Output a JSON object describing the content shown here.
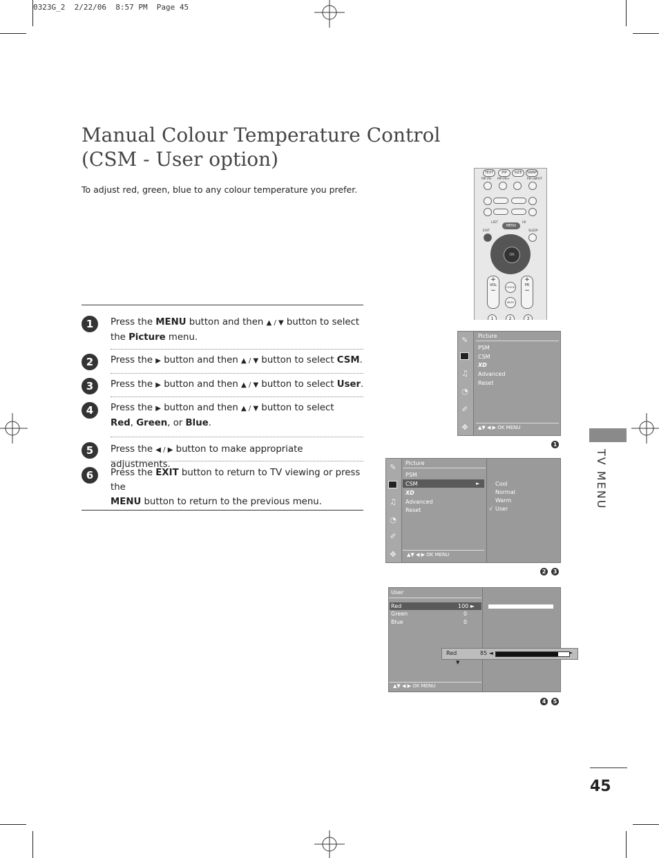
{
  "print_slug": "0323G_2  2/22/06  8:57 PM  Page 45",
  "title_line1": "Manual Colour Temperature Control",
  "title_line2": "(CSM - User option)",
  "subtitle": "To adjust red, green, blue to any colour temperature you prefer.",
  "steps": [
    {
      "num": "1"
    },
    {
      "num": "2"
    },
    {
      "num": "3"
    },
    {
      "num": "4"
    },
    {
      "num": "5"
    },
    {
      "num": "6"
    }
  ],
  "words": {
    "press_the": "Press the",
    "menu": "MENU",
    "exit": "EXIT",
    "button_and_then": "button and then",
    "button_to_select": "button to select",
    "the": "the",
    "picture": "Picture",
    "menu_word": "menu.",
    "csm": "CSM",
    "user": "User",
    "red": "Red",
    "green": "Green",
    "or": ", or",
    "blue": "Blue",
    "adjust_tail": "button to make appropriate adjustments.",
    "exit_tail": "button to return to TV viewing or press the",
    "menu_tail": "button to return to the previous menu.",
    "up_down": "▲ / ▼",
    "left_right": "◀ / ▶",
    "right": "▶",
    "period": ".",
    "comma": ","
  },
  "side_tab_label": "TV MENU",
  "page_number": "45",
  "remote": {
    "top_buttons": [
      "TEXT",
      "PIP",
      "SIZE",
      "SWAP"
    ],
    "pip_labels": [
      "PIP PR-",
      "PIP PR+",
      "PIP INPUT"
    ],
    "list": "LIST",
    "menu": "MENU",
    "power": "I/II",
    "exit": "EXIT",
    "sleep": "SLEEP",
    "ok": "OK",
    "vol": "VOL",
    "pr": "PR",
    "clock": "CLOCK",
    "mute": "MUTE",
    "numbers": [
      "1",
      "2",
      "3"
    ],
    "plus": "+",
    "minus": "−"
  },
  "osd1": {
    "title": "Picture",
    "items": [
      "PSM",
      "CSM",
      "XD",
      "Advanced",
      "Reset"
    ],
    "footer": "▲▼   ◀ ▶   OK   MENU",
    "badge": "1"
  },
  "osd2": {
    "title": "Picture",
    "items": [
      "PSM",
      "CSM",
      "XD",
      "Advanced",
      "Reset"
    ],
    "arrow": "►",
    "submenu": [
      "Cool",
      "Normal",
      "Warm",
      "User"
    ],
    "check": "√",
    "footer": "▲▼   ◀ ▶   OK   MENU",
    "badges": [
      "2",
      "3"
    ]
  },
  "osd3": {
    "title": "User",
    "rows": [
      {
        "label": "Red",
        "value": "100 ►"
      },
      {
        "label": "Green",
        "value": "0"
      },
      {
        "label": "Blue",
        "value": "0"
      }
    ],
    "slider_label": "Red",
    "slider_value": "85 ◄",
    "slider_level": 0.85,
    "slider_right": "►",
    "down_arrow": "▼",
    "footer": "▲▼   ◀ ▶   OK   MENU",
    "badges": [
      "4",
      "5"
    ]
  }
}
